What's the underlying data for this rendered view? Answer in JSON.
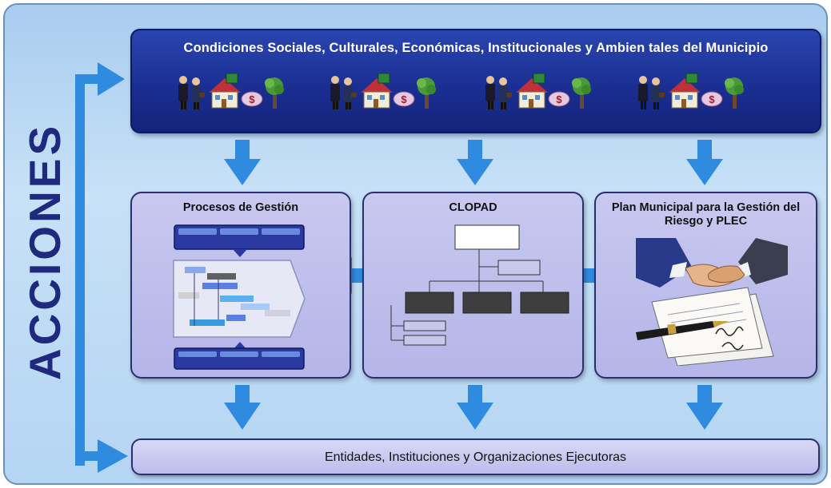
{
  "side_label": "ACCIONES",
  "top_box": {
    "title": "Condiciones Sociales, Culturales, Económicas, Institucionales y Ambien tales del Municipio",
    "icon_groups": [
      {
        "icons": [
          "people-icon",
          "house-icon",
          "money-icon",
          "tree-icon"
        ]
      },
      {
        "icons": [
          "people-icon",
          "house-icon",
          "money-icon",
          "tree-icon"
        ]
      },
      {
        "icons": [
          "people-icon",
          "house-icon",
          "money-icon",
          "tree-icon"
        ]
      },
      {
        "icons": [
          "people-icon",
          "house-icon",
          "money-icon",
          "tree-icon"
        ]
      }
    ]
  },
  "boxes": [
    {
      "title": "Procesos de Gestión",
      "illustration": "process-flow-illustration"
    },
    {
      "title": "CLOPAD",
      "illustration": "org-chart-illustration"
    },
    {
      "title": "Plan Municipal para la Gestión del Riesgo y PLEC",
      "illustration": "handshake-contract-illustration"
    }
  ],
  "bottom_box": {
    "label": "Entidades, Instituciones y Organizaciones Ejecutoras"
  },
  "colors": {
    "frame_background": "#b4d5f3",
    "top_box": "#1b2f93",
    "mid_boxes": "#b5b5e8",
    "arrows": "#2f8be0",
    "side_label": "#1f2a7e"
  }
}
